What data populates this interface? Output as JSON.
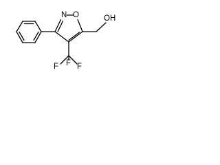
{
  "molecule": {
    "atoms": {
      "ring_nitrogen": "N",
      "ring_oxygen": "O",
      "hydroxyl": "OH",
      "fluorine_upper": "F",
      "fluorine_left": "F",
      "fluorine_right": "F"
    }
  },
  "colors": {
    "bond": "#000000",
    "label": "#000000",
    "background": "#ffffff"
  }
}
